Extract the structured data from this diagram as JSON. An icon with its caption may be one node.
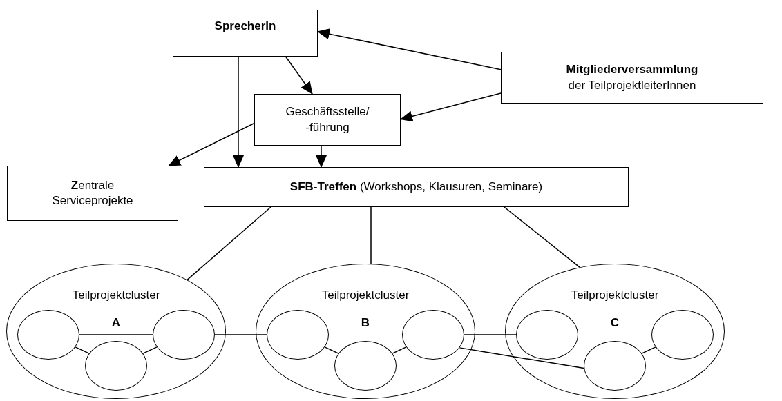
{
  "diagram": {
    "nodes": [
      {
        "text": [
          "SprecherIn"
        ]
      },
      {
        "text": [
          "Mitgliederversammlung",
          "der TeilprojektleiterInnen"
        ]
      },
      {
        "text": [
          "Geschäftsstelle/ -führung"
        ]
      },
      {
        "text": [
          "**Z**entrale Serviceprojekte"
        ]
      },
      {
        "text": [
          "**SFB-Treffen** (Workshops, Klausuren, Seminare)"
        ]
      },
      {
        "text": [
          "Teilprojektcluster",
          "A"
        ]
      },
      {
        "text": [],
        "shape": "ellipse",
        "in": 5
      },
      {
        "text": [],
        "shape": "ellipse",
        "in": 5
      },
      {
        "text": [],
        "shape": "ellipse",
        "in": 5
      },
      {
        "text": [
          "Teilprojektcluster",
          "B"
        ]
      },
      {
        "text": [],
        "shape": "ellipse",
        "in": 9
      },
      {
        "text": [],
        "shape": "ellipse",
        "in": 9
      },
      {
        "text": [],
        "shape": "ellipse",
        "in": 9
      },
      {
        "text": [
          "Teilprojektcluster",
          "C"
        ]
      },
      {
        "text": [],
        "shape": "ellipse",
        "in": 13
      },
      {
        "text": [],
        "shape": "ellipse",
        "in": 13
      },
      {
        "text": [],
        "shape": "ellipse",
        "in": 13
      }
    ],
    "edges": [
      {
        "from": 1,
        "to": 0,
        "arrow": "to"
      },
      {
        "from": 1,
        "to": 2,
        "arrow": "to"
      },
      {
        "from": 0,
        "to": 2,
        "arrow": "to"
      },
      {
        "from": 0,
        "to": 4,
        "arrow": "to"
      },
      {
        "from": 2,
        "to": 4,
        "arrow": "to"
      },
      {
        "from": 2,
        "to": 3,
        "arrow": "to"
      },
      {
        "from": 4,
        "to": 5,
        "arrow": "none"
      },
      {
        "from": 4,
        "to": 9,
        "arrow": "none"
      },
      {
        "from": 4,
        "to": 13,
        "arrow": "none"
      },
      {
        "from": 6,
        "to": 8,
        "arrow": "none"
      },
      {
        "from": 6,
        "to": 7,
        "arrow": "none"
      },
      {
        "from": 7,
        "to": 8,
        "arrow": "none"
      },
      {
        "from": 8,
        "to": 10,
        "arrow": "none"
      },
      {
        "from": 10,
        "to": 11,
        "arrow": "none"
      },
      {
        "from": 11,
        "to": 12,
        "arrow": "none"
      },
      {
        "from": 12,
        "to": 14,
        "arrow": "none"
      },
      {
        "from": 12,
        "to": 15,
        "arrow": "none"
      },
      {
        "from": 15,
        "to": 16,
        "arrow": "none"
      }
    ]
  }
}
